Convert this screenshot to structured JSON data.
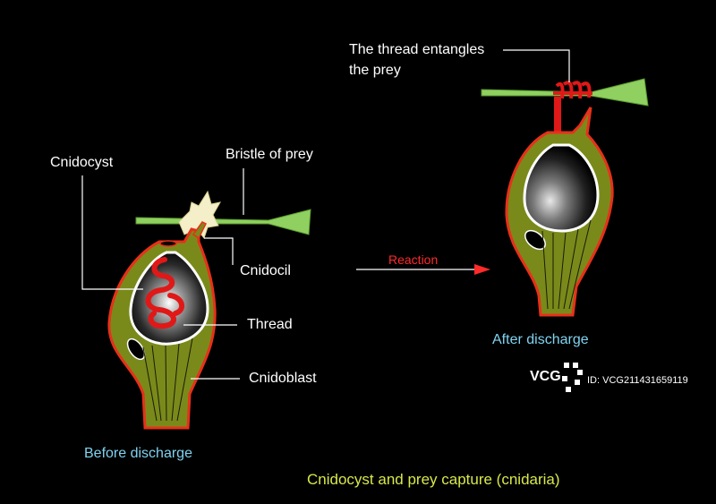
{
  "labels": {
    "cnidocyst": "Cnidocyst",
    "bristle": "Bristle of prey",
    "cnidocil": "Cnidocil",
    "thread": "Thread",
    "cnidoblast": "Cnidoblast",
    "entangle_line1": "The thread entangles",
    "entangle_line2": "the prey",
    "reaction": "Reaction"
  },
  "captions": {
    "before": "Before discharge",
    "after": "After discharge"
  },
  "title": "Cnidocyst and prey capture (cnidaria)",
  "watermark": {
    "brand": "VCG",
    "id": "ID: VCG211431659119"
  },
  "colors": {
    "background": "#000000",
    "cell_fill": "#7a8a1a",
    "cell_outline": "#e8301a",
    "bristle": "#8fd060",
    "thread": "#e01818",
    "label": "#ffffff",
    "caption": "#7fd3f0",
    "title": "#d8e84a"
  }
}
